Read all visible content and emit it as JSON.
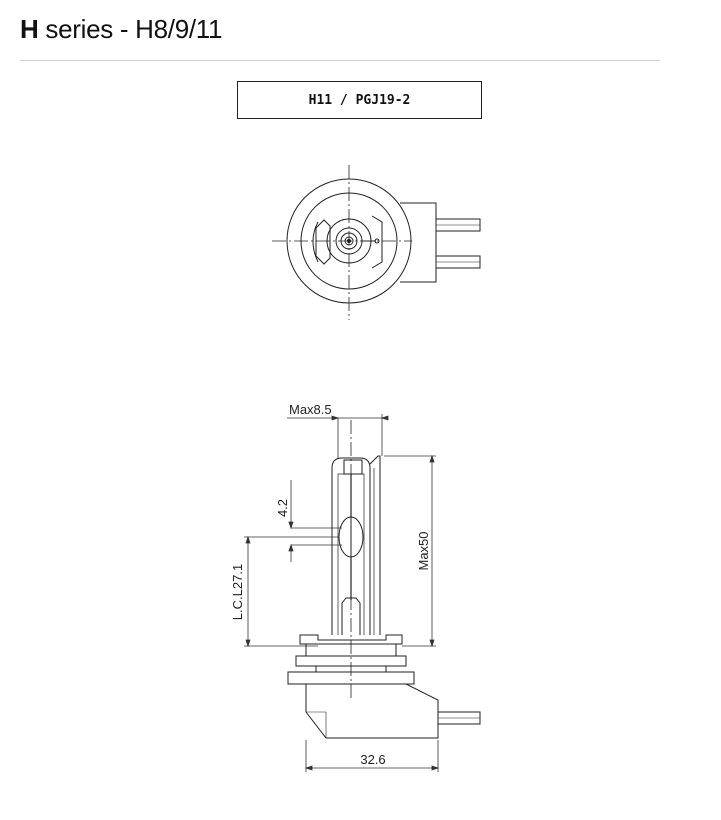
{
  "header": {
    "title_bold": "H",
    "title_rest": " series - H8/9/11"
  },
  "spec": {
    "label": "H11  /  PGJ19-2"
  },
  "dimensions": {
    "max_width": "Max8.5",
    "gap": "4.2",
    "light_center": "L.C.L27.1",
    "max_height": "Max50",
    "base_width": "32.6"
  }
}
